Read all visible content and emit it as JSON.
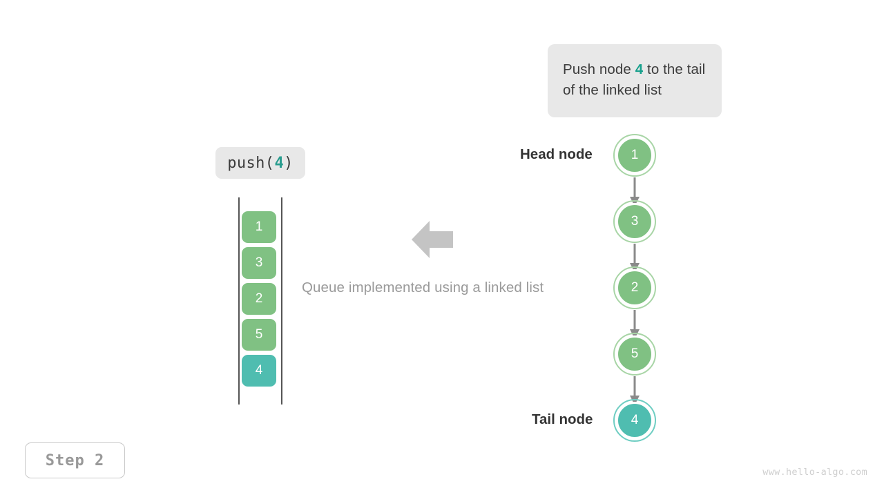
{
  "callout": {
    "text_before": "Push node ",
    "highlight": "4",
    "text_after": " to the tail of the linked list"
  },
  "operation_badge": {
    "prefix": "push(",
    "argument": "4",
    "suffix": ")"
  },
  "stack": {
    "label": "queue-cells",
    "cells": [
      {
        "value": "1",
        "color": "#80c183"
      },
      {
        "value": "3",
        "color": "#80c183"
      },
      {
        "value": "2",
        "color": "#80c183"
      },
      {
        "value": "5",
        "color": "#80c183"
      },
      {
        "value": "4",
        "color": "#4fbdb0"
      }
    ]
  },
  "center_arrow": {
    "direction": "left",
    "color": "#c4c4c4"
  },
  "caption": {
    "text": "Queue implemented using a linked list"
  },
  "linked_list": {
    "head_label": "Head node",
    "tail_label": "Tail node",
    "connector_color": "#8a8a8a",
    "nodes": [
      {
        "value": "1",
        "fill": "#80c183",
        "ring": "#a8d5a6"
      },
      {
        "value": "3",
        "fill": "#80c183",
        "ring": "#a8d5a6"
      },
      {
        "value": "2",
        "fill": "#80c183",
        "ring": "#a8d5a6"
      },
      {
        "value": "5",
        "fill": "#80c183",
        "ring": "#a8d5a6"
      },
      {
        "value": "4",
        "fill": "#4fbdb0",
        "ring": "#6ecdc2"
      }
    ]
  },
  "step_badge": {
    "text": "Step 2"
  },
  "watermark": {
    "text": "www.hello-algo.com"
  },
  "colors": {
    "green": "#80c183",
    "teal": "#4fbdb0",
    "badge_bg": "#e8e8e8",
    "gray_text": "#9a9a9a",
    "arrow_gray": "#c4c4c4"
  }
}
